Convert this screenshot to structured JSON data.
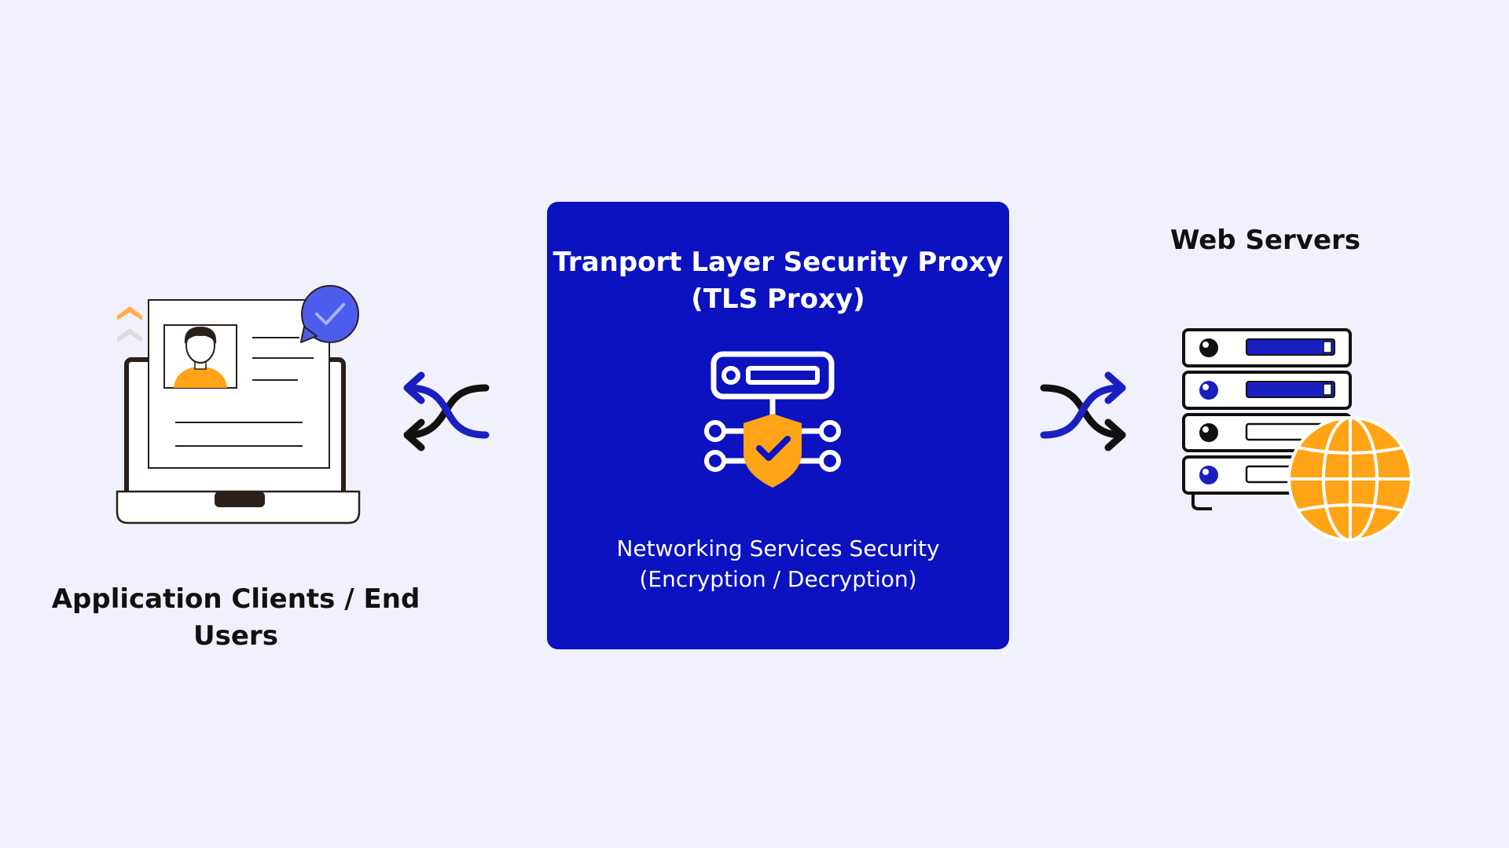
{
  "diagram": {
    "client": {
      "label_lines": [
        "Application Clients / End",
        "Users"
      ]
    },
    "proxy": {
      "title_lines": [
        "Tranport Layer Security Proxy",
        "(TLS Proxy)"
      ],
      "subtitle_lines": [
        "Networking Services Security",
        "(Encryption / Decryption)"
      ]
    },
    "server": {
      "label_lines": [
        "Web Servers"
      ]
    }
  },
  "colors": {
    "background": "#f1f1fd",
    "proxy_box": "#0c12bf",
    "accent_blue": "#1a1fc0",
    "accent_orange": "#ffa416",
    "bubble_blue": "#4c5dee",
    "dark": "#111111"
  }
}
